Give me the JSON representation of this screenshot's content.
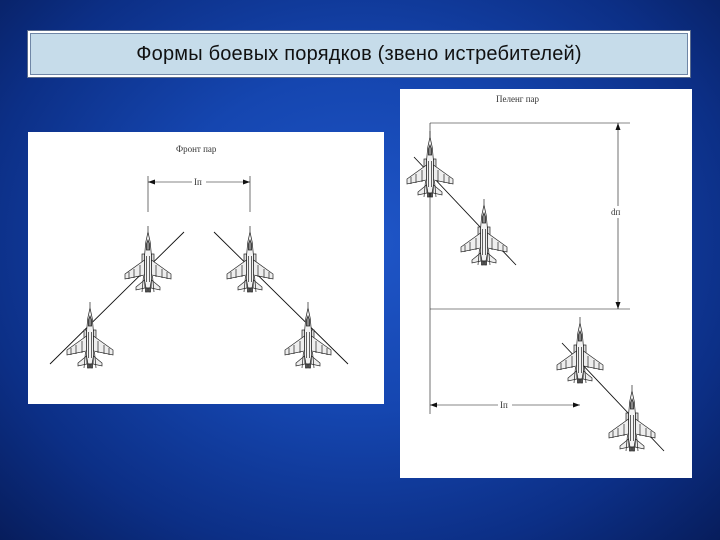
{
  "slide": {
    "title": "Формы боевых порядков (звено истребителей)"
  },
  "front": {
    "caption": "Фронт пар",
    "interval_label": "Іп"
  },
  "echelon": {
    "caption": "Пеленг пар",
    "distance_label": "dп",
    "interval_label": "Іп"
  }
}
